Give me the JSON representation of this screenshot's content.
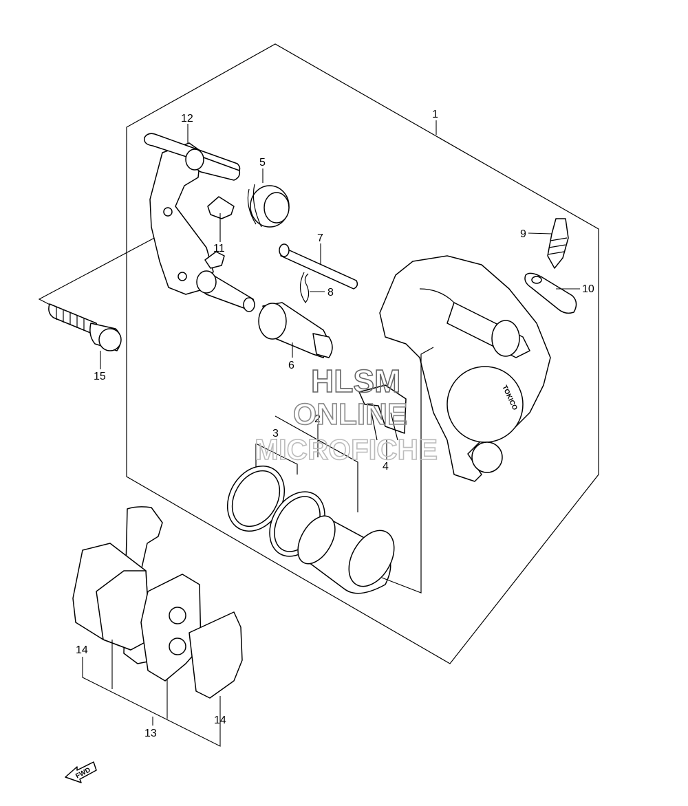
{
  "callouts": {
    "c1": "1",
    "c2": "2",
    "c3": "3",
    "c4": "4",
    "c5": "5",
    "c6": "6",
    "c7": "7",
    "c8": "8",
    "c9": "9",
    "c10": "10",
    "c11": "11",
    "c12": "12",
    "c13": "13",
    "c14a": "14",
    "c14b": "14",
    "c15": "15"
  },
  "watermark": {
    "line1": "HLSM",
    "line2": "ONLINE",
    "line3": "MICROFICHE"
  },
  "caliper_brand": "TOKICO",
  "fwd_label": "FWD"
}
